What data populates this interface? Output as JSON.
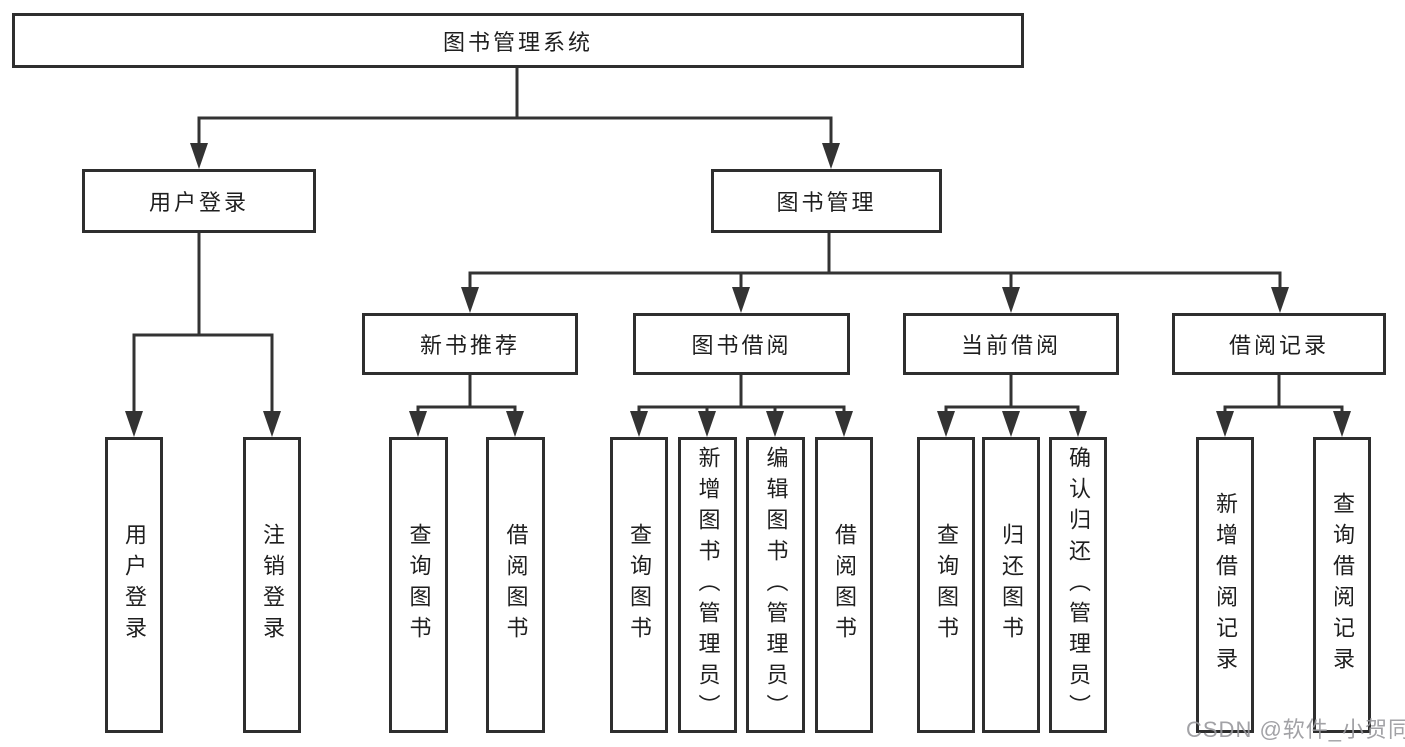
{
  "diagram": {
    "root": {
      "label": "图书管理系统",
      "children": [
        {
          "label": "用户登录",
          "children": [
            {
              "label": "用户登录"
            },
            {
              "label": "注销登录"
            }
          ]
        },
        {
          "label": "图书管理",
          "children": [
            {
              "label": "新书推荐",
              "children": [
                {
                  "label": "查询图书"
                },
                {
                  "label": "借阅图书"
                }
              ]
            },
            {
              "label": "图书借阅",
              "children": [
                {
                  "label": "查询图书"
                },
                {
                  "label": "新增图书（管理员）"
                },
                {
                  "label": "编辑图书（管理员）"
                },
                {
                  "label": "借阅图书"
                }
              ]
            },
            {
              "label": "当前借阅",
              "children": [
                {
                  "label": "查询图书"
                },
                {
                  "label": "归还图书"
                },
                {
                  "label": "确认归还（管理员）"
                }
              ]
            },
            {
              "label": "借阅记录",
              "children": [
                {
                  "label": "新增借阅记录"
                },
                {
                  "label": "查询借阅记录"
                }
              ]
            }
          ]
        }
      ]
    },
    "colors": {
      "line": "#333333",
      "border": "#2e2e2e",
      "text": "#1f1f1f",
      "background": "#ffffff"
    }
  },
  "watermark": {
    "text": "CSDN @软件_小贺同学",
    "color": "#98989c"
  }
}
